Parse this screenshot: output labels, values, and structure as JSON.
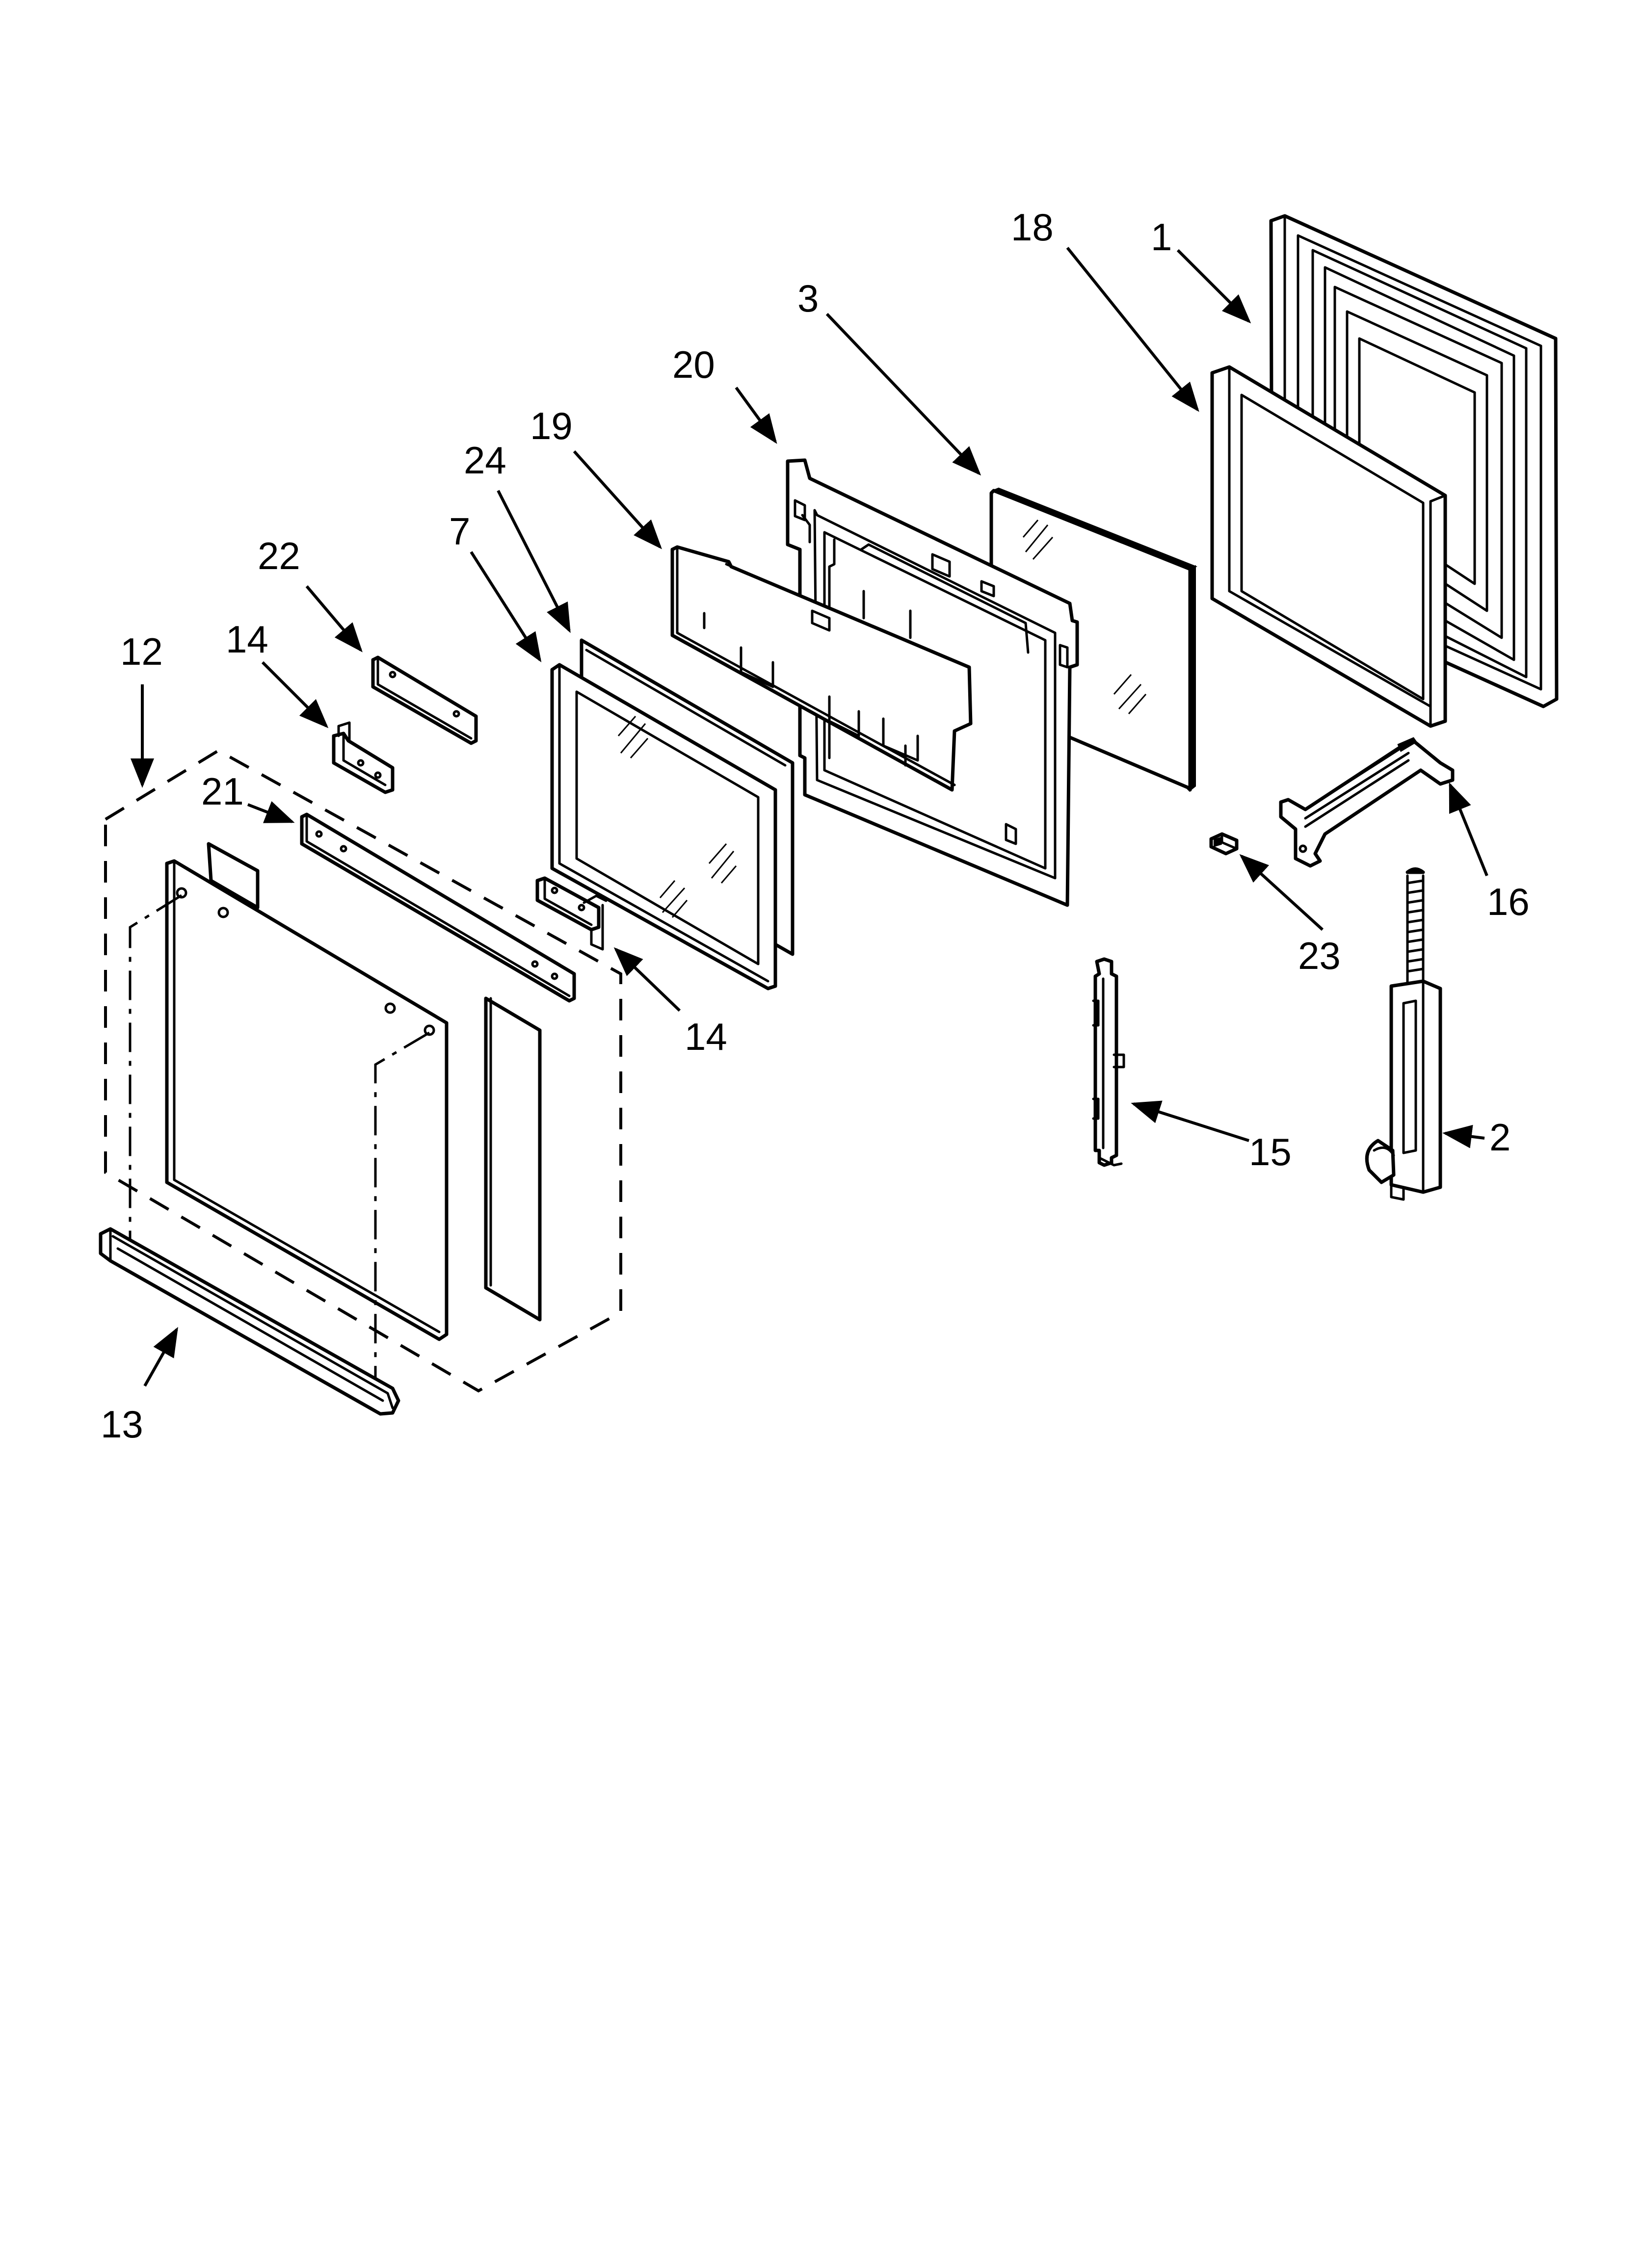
{
  "diagram": {
    "type": "exploded-parts-diagram",
    "callouts": {
      "c1": "1",
      "c2": "2",
      "c3": "3",
      "c7": "7",
      "c12": "12",
      "c13": "13",
      "c14a": "14",
      "c14b": "14",
      "c15": "15",
      "c16": "16",
      "c18": "18",
      "c19": "19",
      "c20": "20",
      "c21": "21",
      "c22": "22",
      "c23": "23",
      "c24": "24"
    }
  }
}
